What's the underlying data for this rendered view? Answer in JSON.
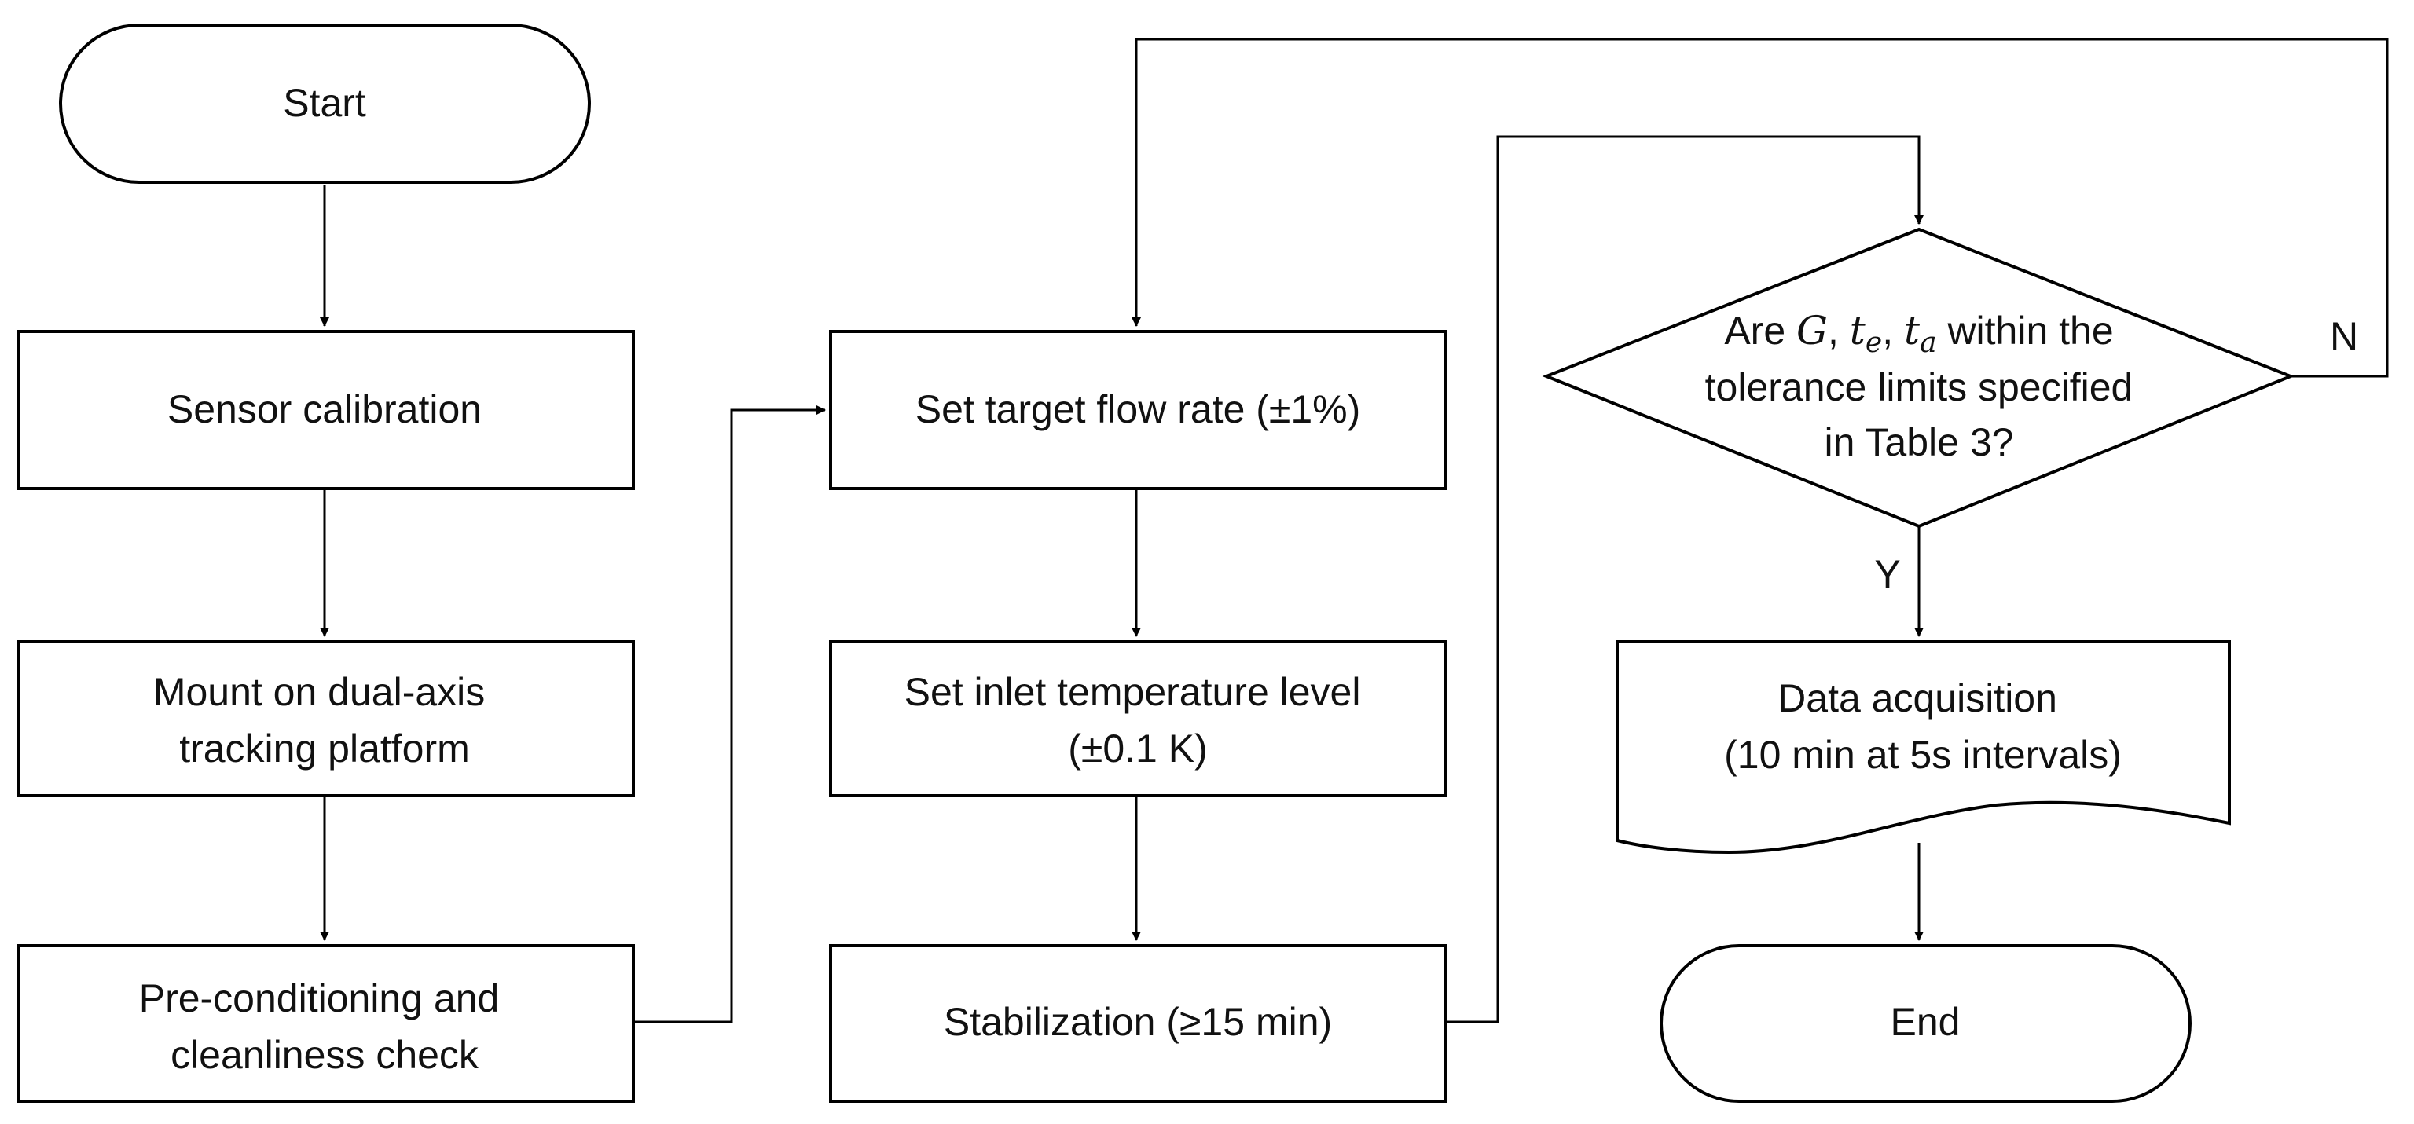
{
  "nodes": {
    "start": "Start",
    "sensor_calibration": "Sensor calibration",
    "mount": [
      "Mount on dual-axis",
      "tracking platform"
    ],
    "preconditioning": [
      "Pre-conditioning and",
      "cleanliness check"
    ],
    "set_flow": "Set target flow rate (±1%)",
    "set_inlet": [
      "Set inlet temperature level",
      "(±0.1 K)"
    ],
    "stabilization": "Stabilization (≥15 min)",
    "decision": {
      "line1_prefix": "Are ",
      "var_g": "G",
      "sep1": ", ",
      "var_te": "t",
      "sub_te": "e",
      "sep2": ", ",
      "var_ta": "t",
      "sub_ta": "a",
      "line1_suffix": " within the",
      "line2": "tolerance limits specified",
      "line3": "in Table 3?"
    },
    "data_acquisition": [
      "Data acquisition",
      "(10 min at 5s intervals)"
    ],
    "end": "End"
  },
  "branches": {
    "no": "N",
    "yes": "Y"
  },
  "colors": {
    "stroke": "#000000",
    "fill": "#ffffff",
    "text": "#111111"
  }
}
